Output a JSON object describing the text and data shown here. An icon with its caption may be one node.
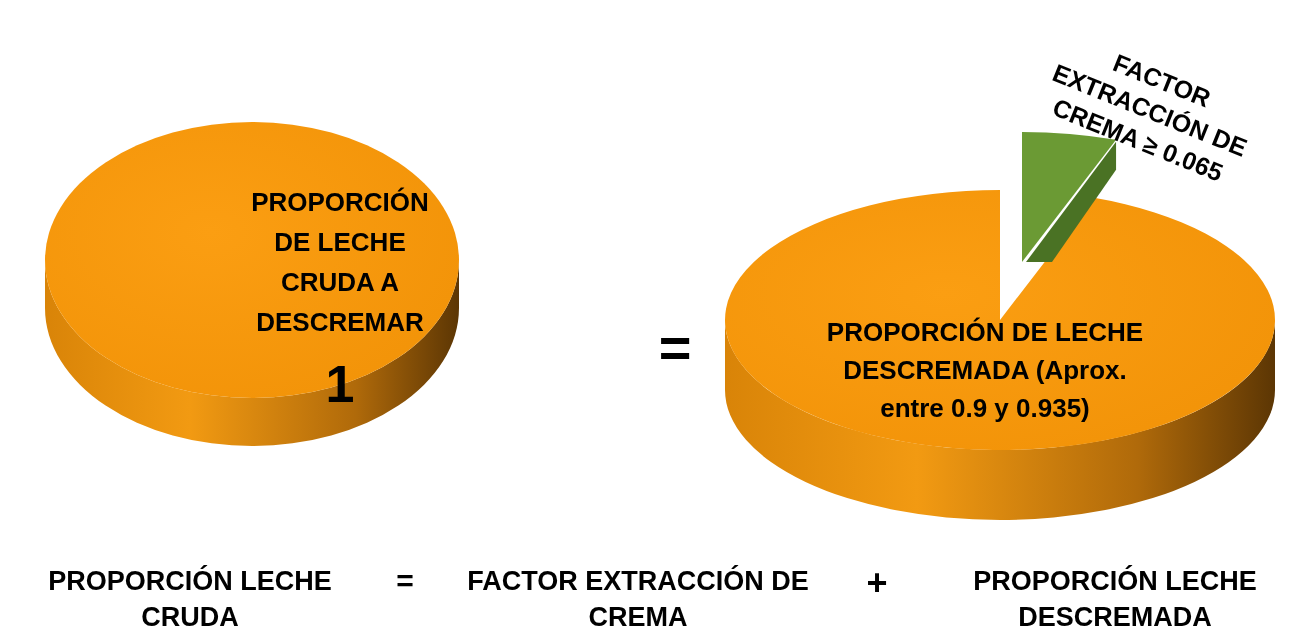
{
  "diagram": {
    "nodes": [
      {
        "text": [
          "PROPORCIÓN DE LECHE CRUDA A DESCREMAR",
          "1"
        ]
      },
      {
        "text": [
          "PROPORCIÓN DE LECHE DESCREMADA (Aprox. entre 0.9 y 0.935)"
        ]
      },
      {
        "text": [
          "FACTOR EXTRACCIÓN DE CREMA ≥ 0.065"
        ]
      }
    ],
    "labels": [
      "=",
      "PROPORCIÓN LECHE CRUDA",
      "=",
      "FACTOR EXTRACCIÓN DE CREMA",
      "+",
      "PROPORCIÓN LECHE DESCREMADA"
    ]
  }
}
